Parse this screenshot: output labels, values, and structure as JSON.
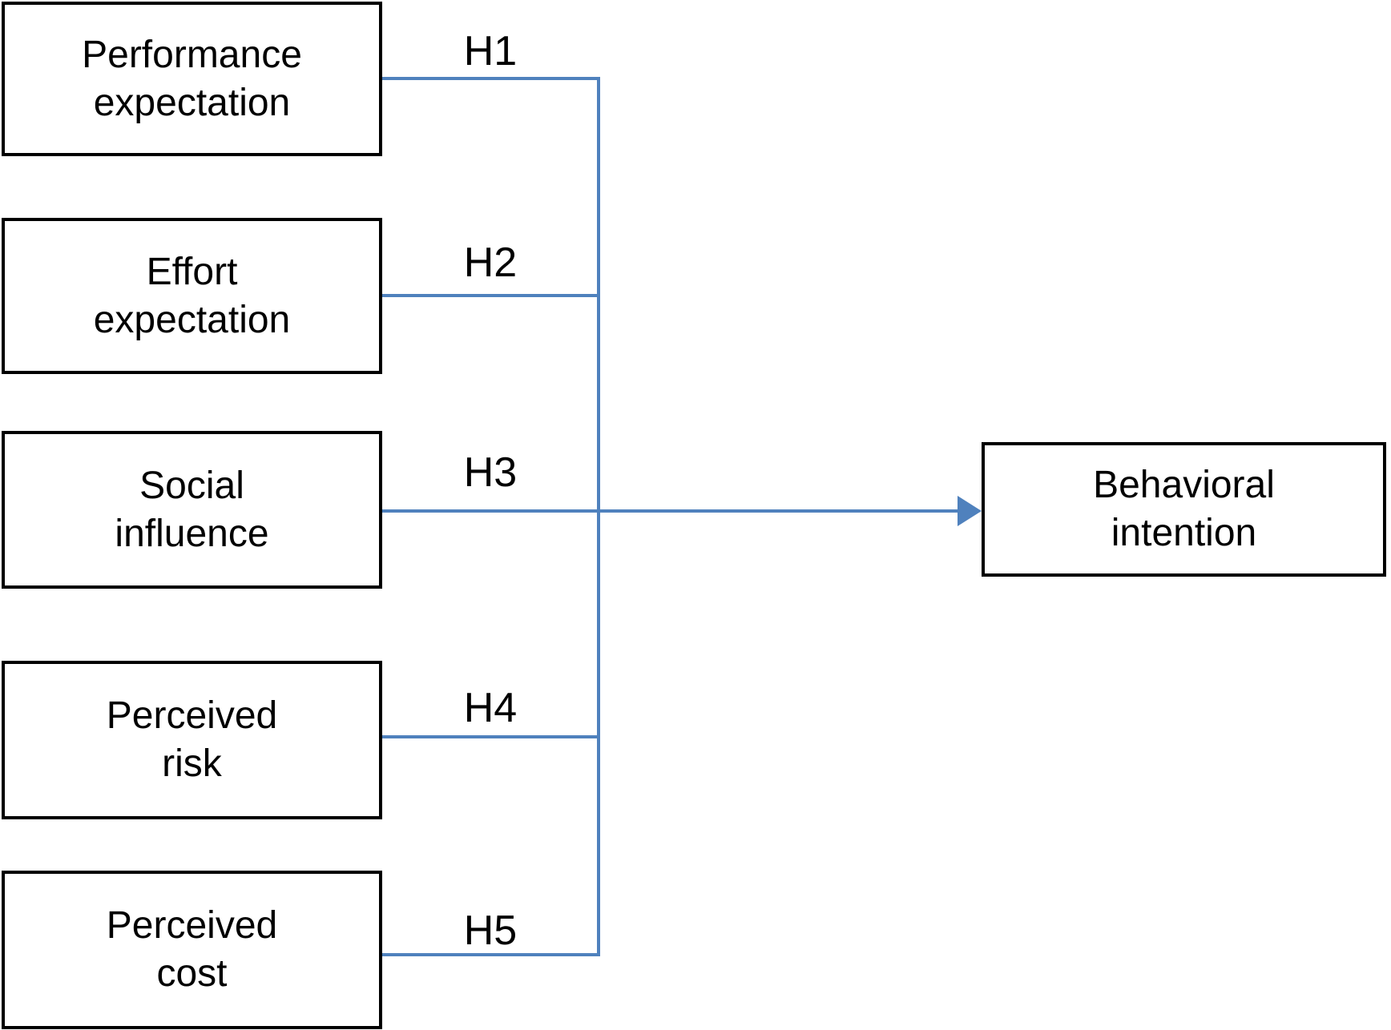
{
  "diagram": {
    "type": "research-model",
    "left_boxes": [
      {
        "label": "Performance\nexpectation"
      },
      {
        "label": "Effort\nexpectation"
      },
      {
        "label": "Social\ninfluence"
      },
      {
        "label": "Perceived\nrisk"
      },
      {
        "label": "Perceived\ncost"
      }
    ],
    "outcome_box": {
      "label": "Behavioral\nintention"
    },
    "hypotheses": [
      {
        "label": "H1",
        "from": "Performance expectation",
        "to": "Behavioral intention"
      },
      {
        "label": "H2",
        "from": "Effort expectation",
        "to": "Behavioral intention"
      },
      {
        "label": "H3",
        "from": "Social influence",
        "to": "Behavioral intention"
      },
      {
        "label": "H4",
        "from": "Perceived risk",
        "to": "Behavioral intention"
      },
      {
        "label": "H5",
        "from": "Perceived cost",
        "to": "Behavioral intention"
      }
    ],
    "colors": {
      "connector": "#4f81bd",
      "box_border": "#000000",
      "text": "#000000",
      "background": "#ffffff"
    }
  }
}
